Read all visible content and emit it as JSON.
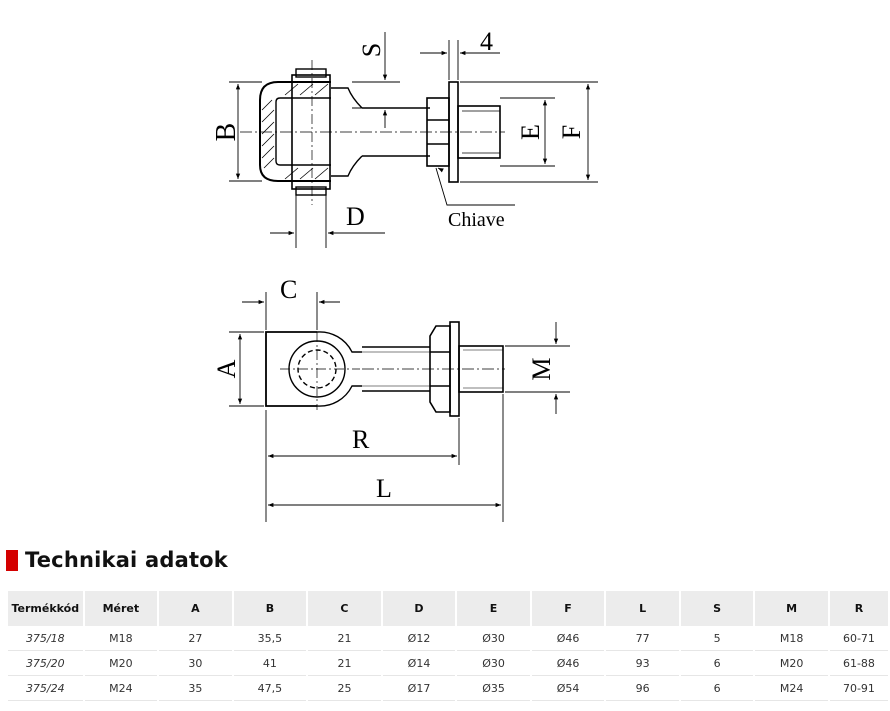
{
  "drawing": {
    "labels": {
      "S": "S",
      "four": "4",
      "B": "B",
      "E": "E",
      "F": "F",
      "D": "D",
      "chiave": "Chiave",
      "C": "C",
      "A": "A",
      "M": "M",
      "R": "R",
      "L": "L"
    }
  },
  "section": {
    "title": "Technikai adatok",
    "accent": "#d40000"
  },
  "table": {
    "headers": [
      "Termékkód",
      "Méret",
      "A",
      "B",
      "C",
      "D",
      "E",
      "F",
      "L",
      "S",
      "M",
      "R"
    ],
    "rows": [
      [
        "375/18",
        "M18",
        "27",
        "35,5",
        "21",
        "Ø12",
        "Ø30",
        "Ø46",
        "77",
        "5",
        "M18",
        "60-71"
      ],
      [
        "375/20",
        "M20",
        "30",
        "41",
        "21",
        "Ø14",
        "Ø30",
        "Ø46",
        "93",
        "6",
        "M20",
        "61-88"
      ],
      [
        "375/24",
        "M24",
        "35",
        "47,5",
        "25",
        "Ø17",
        "Ø35",
        "Ø54",
        "96",
        "6",
        "M24",
        "70-91"
      ]
    ]
  }
}
